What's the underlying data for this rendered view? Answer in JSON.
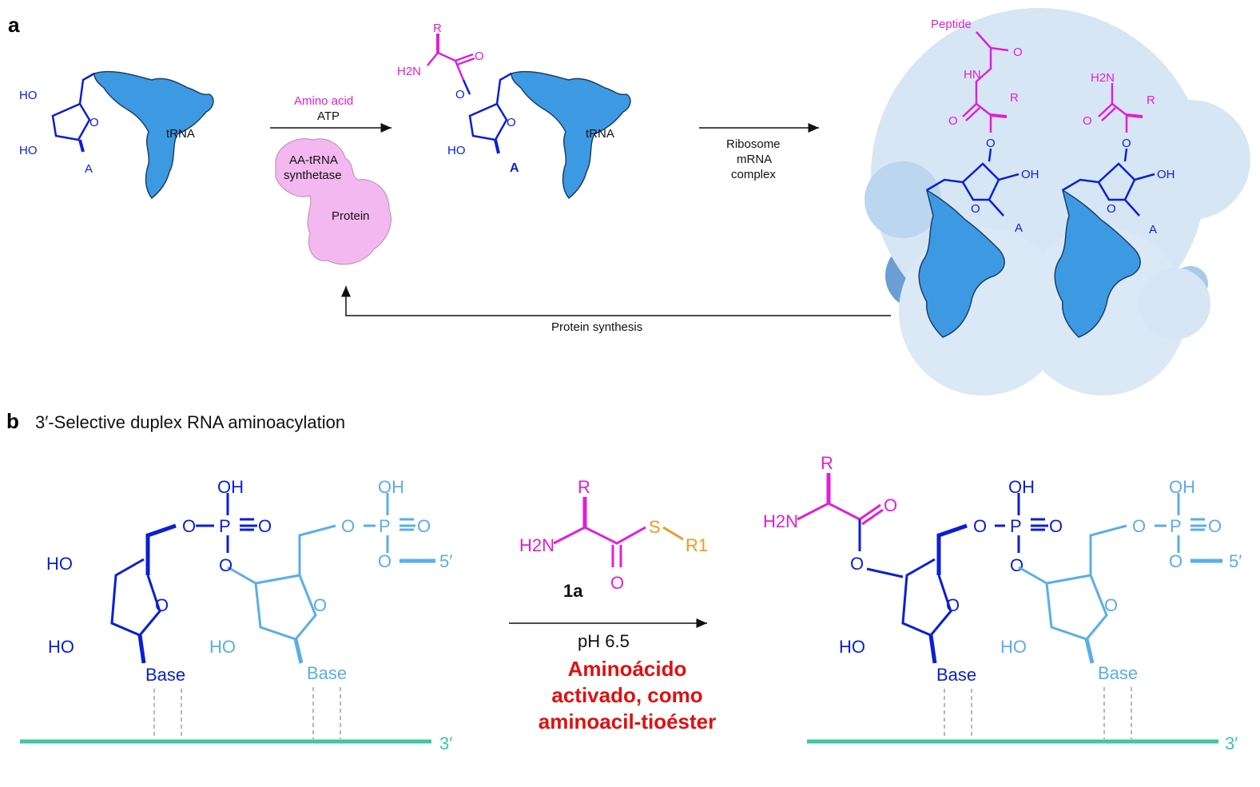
{
  "panel_a": {
    "letter": "a",
    "left_trna": {
      "ho_top": "HO",
      "ho_bottom": "HO",
      "ring_o": "O",
      "base": "A",
      "trna_label": "tRNA"
    },
    "arrow1": {
      "top": "Amino acid",
      "bottom": "ATP"
    },
    "synthetase": {
      "name_line1": "AA-tRNA",
      "name_line2": "synthetase",
      "protein": "Protein"
    },
    "mid_trna": {
      "r": "R",
      "h2n": "H2N",
      "carbonyl_o": "O",
      "ester_o": "O",
      "ring_o": "O",
      "ho": "HO",
      "base": "A",
      "trna_label": "tRNA"
    },
    "arrow2": {
      "line1": "Ribosome",
      "line2": "mRNA",
      "line3": "complex"
    },
    "ribosome": {
      "peptide": "Peptide",
      "peptide_o": "O",
      "hn": "HN",
      "r_left": "R",
      "carbonyl_left": "O",
      "ester_left": "O",
      "oh_left": "OH",
      "ring_left": "O",
      "base_left": "A",
      "h2n_right": "H2N",
      "r_right": "R",
      "carbonyl_right": "O",
      "ester_right": "O",
      "oh_right": "OH",
      "ring_right": "O",
      "base_right": "A"
    },
    "return_arrow": "Protein synthesis"
  },
  "panel_b": {
    "letter": "b",
    "title": "3′-Selective duplex RNA aminoacylation",
    "left_duplex": {
      "oh1": "OH",
      "p1": "P",
      "o_bridge1": "O",
      "o_dbl1": "O",
      "o_down1": "O",
      "ho_top": "HO",
      "ho_bottom": "HO",
      "ring1": "O",
      "base1": "Base",
      "oh2": "OH",
      "p2": "P",
      "o_bridge2": "O",
      "o_dbl2": "O",
      "o_down2": "O",
      "five_prime": "5′",
      "ho2": "HO",
      "ring2": "O",
      "base2": "Base",
      "three_prime": "3′"
    },
    "reagent": {
      "r": "R",
      "h2n": "H2N",
      "s": "S",
      "r1": "R1",
      "o": "O",
      "label": "1a"
    },
    "condition": "pH 6.5",
    "annotation": [
      "Aminoácido",
      "activado, como",
      "aminoacil-tioéster"
    ],
    "right_duplex": {
      "r": "R",
      "h2n": "H2N",
      "carbonyl_o": "O",
      "ester_o": "O",
      "oh1": "OH",
      "p1": "P",
      "o_bridge1": "O",
      "o_dbl1": "O",
      "o_down1": "O",
      "ho1": "HO",
      "ring1": "O",
      "base1": "Base",
      "oh2": "OH",
      "p2": "P",
      "o_bridge2": "O",
      "o_dbl2": "O",
      "o_down2": "O",
      "five_prime": "5′",
      "ho2": "HO",
      "ring2": "O",
      "base2": "Base",
      "three_prime": "3′"
    }
  },
  "colors": {
    "dark_rna": "#0b1fd4",
    "light_rna": "#5aaee8",
    "amino_acid": "#e01fd8",
    "thioester": "#f09a20",
    "strand": "#3cc8a0",
    "annotation": "#e01010",
    "trna": "#3d9ae2",
    "synthetase": "#f4b8f0",
    "ribosome": "#d6e6f5"
  }
}
